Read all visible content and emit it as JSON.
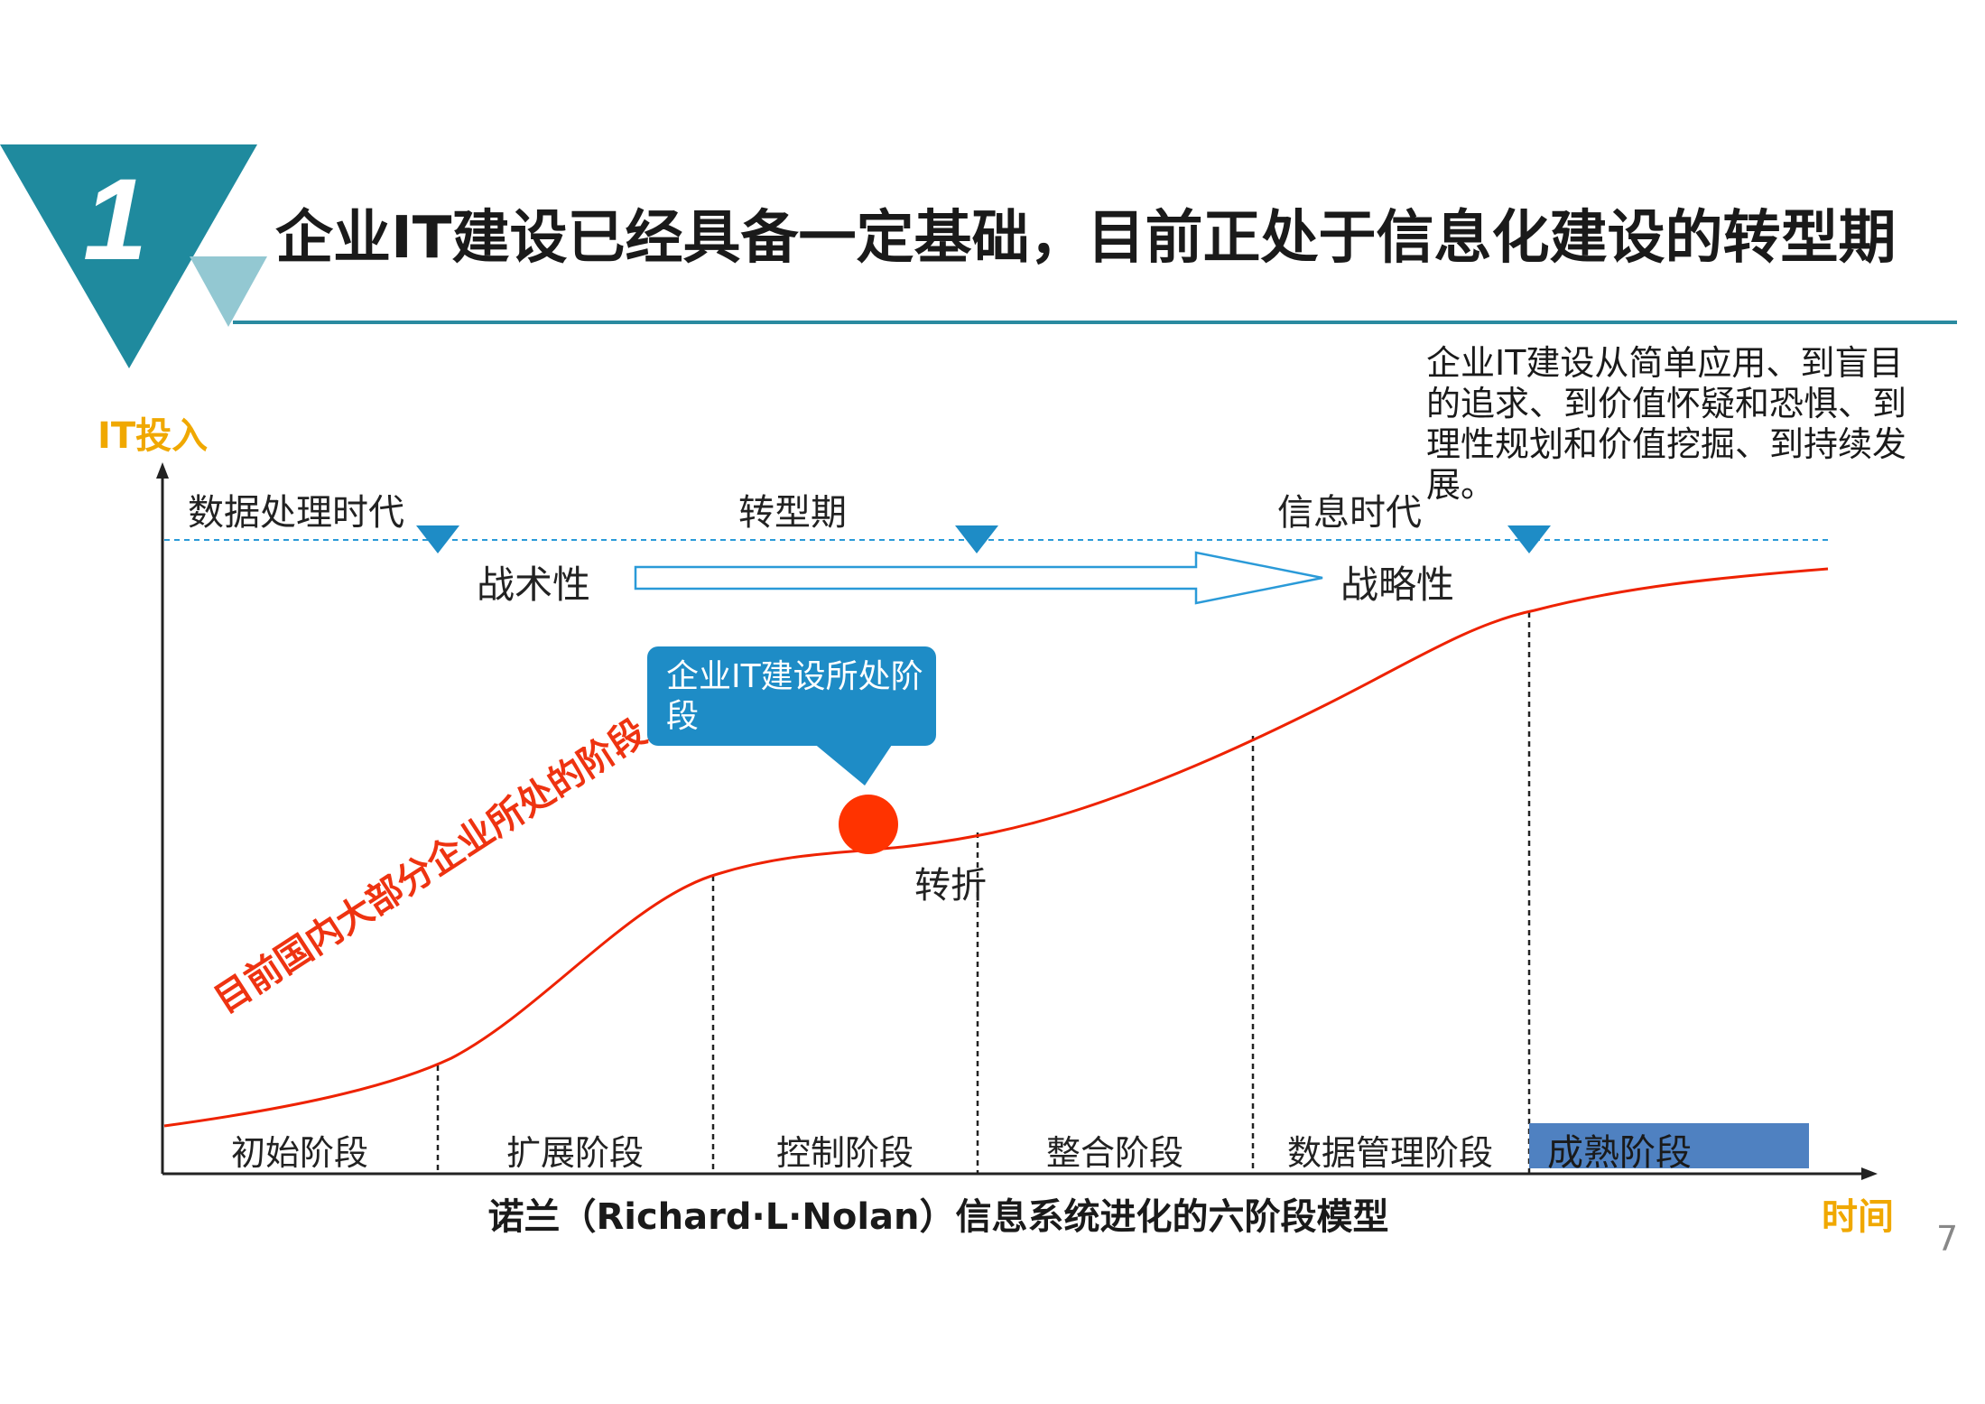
{
  "header": {
    "number": "1",
    "title": "企业IT建设已经具备一定基础，目前正处于信息化建设的转型期"
  },
  "note": "企业IT建设从简单应用、到盲目的追求、到价值怀疑和恐惧、到理性规划和价值挖掘、到持续发展。",
  "diagram": {
    "y_axis_label": "IT投入",
    "x_axis_label": "时间",
    "caption": "诺兰（Richard·L·Nolan）信息系统进化的六阶段模型",
    "eras": [
      "数据处理时代",
      "转型期",
      "信息时代"
    ],
    "nature_from": "战术性",
    "nature_to": "战略性",
    "callout": "企业IT建设所处阶段",
    "turning_point": "转折",
    "current_majority": "目前国内大部分企业所处的阶段",
    "stages": [
      "初始阶段",
      "扩展阶段",
      "控制阶段",
      "整合阶段",
      "数据管理阶段",
      "成熟阶段"
    ],
    "highlight_stage": "成熟阶段"
  },
  "page_number": "7",
  "colors": {
    "teal_dark": "#1f8a9e",
    "teal_light": "#93c8d2",
    "curve": "#ee2200",
    "dot": "#ff3300",
    "callout": "#1e8cc6",
    "dashed_line": "#2a9ad8",
    "marker": "#1e8cc6",
    "highlight": "#4f81c1",
    "axis_label": "#f0a800"
  }
}
